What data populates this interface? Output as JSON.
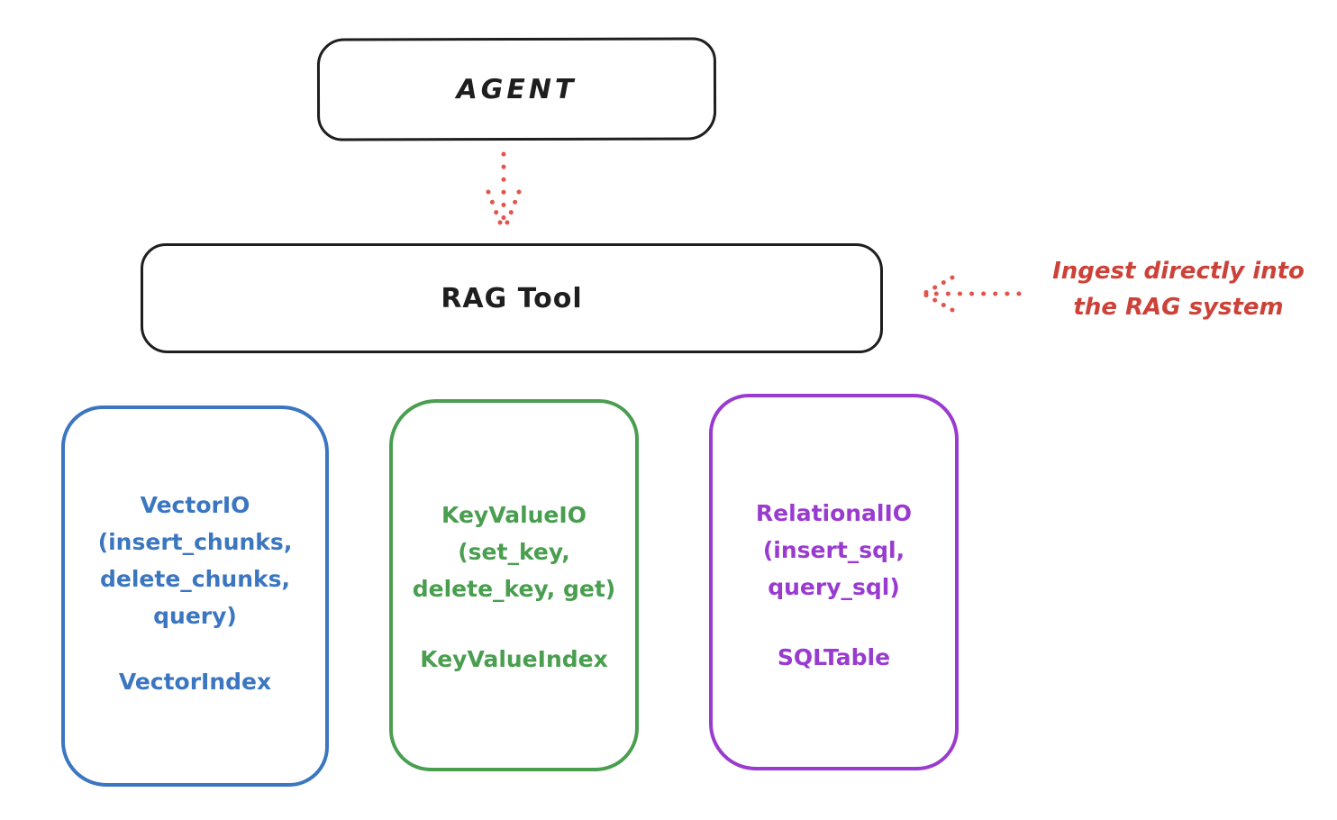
{
  "colors": {
    "ink": "#1e1e1e",
    "arrow_red": "#e0564e",
    "annotation_red": "#cd4238",
    "vector_blue": "#3b76c1",
    "keyvalue_green": "#4a9e50",
    "relational_purple": "#9a3bd0",
    "background": "#ffffff"
  },
  "agent": {
    "label": "AGENT"
  },
  "rag_tool": {
    "label": "RAG Tool"
  },
  "annotation": {
    "text": "Ingest directly into\nthe RAG system"
  },
  "backends": [
    {
      "id": "vector-io",
      "io_text": "VectorIO\n(insert_chunks,\ndelete_chunks,\nquery)",
      "index_text": "VectorIndex"
    },
    {
      "id": "keyvalue-io",
      "io_text": "KeyValueIO\n(set_key,\ndelete_key, get)",
      "index_text": "KeyValueIndex"
    },
    {
      "id": "relational-io",
      "io_text": "RelationalIO\n(insert_sql,\nquery_sql)",
      "index_text": "SQLTable"
    }
  ]
}
